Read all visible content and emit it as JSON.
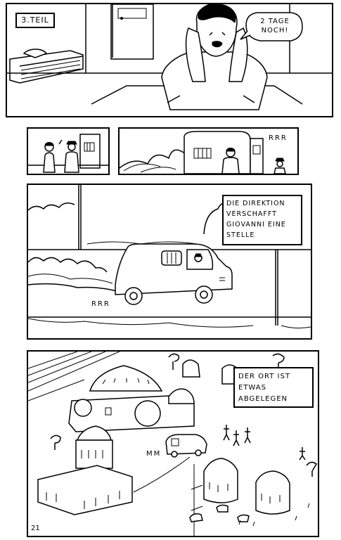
{
  "panel1": {
    "caption": "3.TEIL",
    "speech": [
      "2 TAGE",
      "NOCH!"
    ]
  },
  "panel3": {
    "sfx": "RRR"
  },
  "panel4": {
    "caption": [
      "DIE DIREKTION",
      "VERSCHAFFT",
      "GIOVANNI EINE",
      "STELLE"
    ],
    "sfx": "RRR"
  },
  "panel5": {
    "caption": [
      "DER ORT IST",
      "ETWAS",
      "ABGELEGEN"
    ],
    "sfx": "MM"
  },
  "page_number": "21"
}
